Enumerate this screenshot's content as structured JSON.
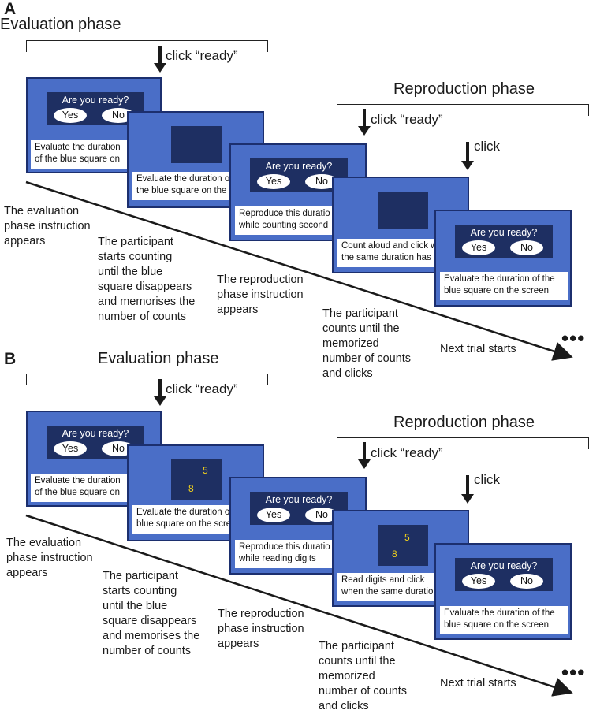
{
  "panelA": {
    "label": "A",
    "evaluation_phase": "Evaluation phase",
    "reproduction_phase": "Reproduction phase",
    "click_ready_1": "click “ready”",
    "click_ready_2": "click “ready”",
    "click": "click",
    "screen1": {
      "question": "Are you ready?",
      "yes": "Yes",
      "no": "No",
      "caption1": "Evaluate the duration",
      "caption2": "of the blue square on"
    },
    "screen2": {
      "caption1": "Evaluate the duration o",
      "caption2": "the blue square on the"
    },
    "screen3": {
      "question": "Are you ready?",
      "yes": "Yes",
      "no": "No",
      "caption1": "Reproduce this duratio",
      "caption2": "while counting second"
    },
    "screen4": {
      "caption1": "Count aloud and click w",
      "caption2": "the same duration has"
    },
    "screen5": {
      "question": "Are you ready?",
      "yes": "Yes",
      "no": "No",
      "caption1": "Evaluate the duration of the",
      "caption2": "blue square on the screen"
    },
    "desc1": [
      "The evaluation",
      "phase instruction",
      "appears"
    ],
    "desc2": [
      "The participant",
      "starts counting",
      "until the blue",
      "square disappears",
      "and memorises the",
      "number of counts"
    ],
    "desc3": [
      "The reproduction",
      "phase instruction",
      "appears"
    ],
    "desc4": [
      "The participant",
      "counts until the",
      "memorized",
      "number of counts",
      "and clicks"
    ],
    "next": "Next trial starts",
    "dots": "•••"
  },
  "panelB": {
    "label": "B",
    "evaluation_phase": "Evaluation phase",
    "reproduction_phase": "Reproduction phase",
    "click_ready_1": "click “ready”",
    "click_ready_2": "click “ready”",
    "click": "click",
    "screen1": {
      "question": "Are you ready?",
      "yes": "Yes",
      "no": "No",
      "caption1": "Evaluate the duration",
      "caption2": "of the blue square on"
    },
    "screen2": {
      "digit_top": "5",
      "digit_bottom": "8",
      "caption1": "Evaluate the duration o",
      "caption2": "blue square on the scre"
    },
    "screen3": {
      "question": "Are you ready?",
      "yes": "Yes",
      "no": "No",
      "caption1": "Reproduce this duratio",
      "caption2": "while reading digits"
    },
    "screen4": {
      "digit_top": "5",
      "digit_bottom": "8",
      "caption1": "Read digits and click",
      "caption2": "when the same duratio"
    },
    "screen5": {
      "question": "Are you ready?",
      "yes": "Yes",
      "no": "No",
      "caption1": "Evaluate the duration of the",
      "caption2": "blue square on the screen"
    },
    "desc1": [
      "The evaluation",
      "phase instruction",
      "appears"
    ],
    "desc2": [
      "The participant",
      "starts counting",
      "until the blue",
      "square disappears",
      "and memorises the",
      "number of counts"
    ],
    "desc3": [
      "The reproduction",
      "phase instruction",
      "appears"
    ],
    "desc4": [
      "The participant",
      "counts until the",
      "memorized",
      "number of counts",
      "and clicks"
    ],
    "next": "Next trial starts",
    "dots": "•••"
  },
  "colors": {
    "screen": "#4a6ec7",
    "screen_border": "#1c2f6e",
    "dark_box": "#1e2f62",
    "digit": "#f2d21b"
  }
}
